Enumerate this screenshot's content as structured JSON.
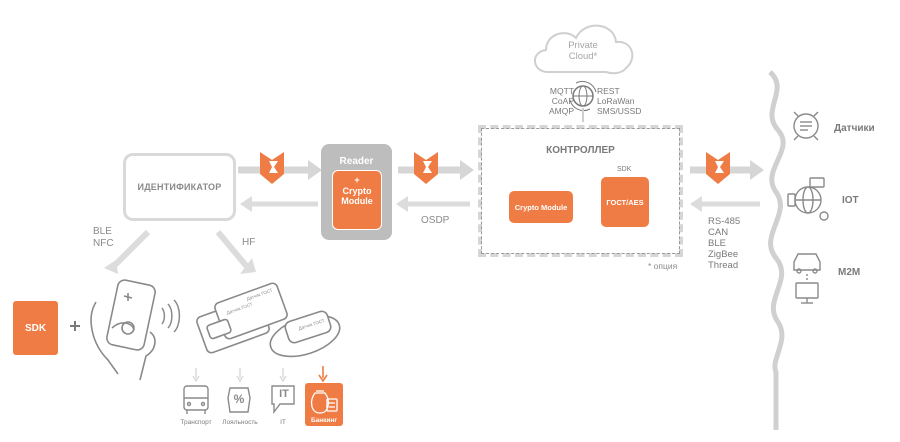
{
  "identifier": {
    "title": "ИДЕНТИФИКАТОР"
  },
  "links": {
    "ble": "BLE",
    "nfc": "NFC",
    "hf": "HF",
    "osdp": "OSDP"
  },
  "reader": {
    "title": "Reader",
    "plus": "+",
    "module_line1": "Crypto",
    "module_line2": "Module"
  },
  "sdk": {
    "label": "SDK",
    "plus": "+"
  },
  "cloud": {
    "line1": "Private",
    "line2": "Cloud*"
  },
  "protocols_left": [
    "MQTT",
    "CoAP",
    "AMQP"
  ],
  "protocols_right": [
    "REST",
    "LoRaWan",
    "SMS/USSD"
  ],
  "controller": {
    "title": "КОНТРОЛЛЕР",
    "sdk": "SDK",
    "crypto": "Crypto Module",
    "gost": "ГОСТ/AES",
    "footnote": "* опция"
  },
  "buses": [
    "RS-485",
    "CAN",
    "BLE",
    "ZigBee",
    "Thread"
  ],
  "right_items": [
    "Датчики",
    "IOT",
    "M2M"
  ],
  "card_labels": [
    "Датчик ГОСТ",
    "Датчик ГОСТ",
    "Датчик ГОСТ"
  ],
  "bottom_items": [
    "Транспорт",
    "Лояльность",
    "IT",
    "Банкинг"
  ],
  "it_glyph": "IT",
  "percent_glyph": "%",
  "colors": {
    "accent": "#ef7c45",
    "line": "#cfcfcf",
    "text": "#7a7a7a"
  }
}
